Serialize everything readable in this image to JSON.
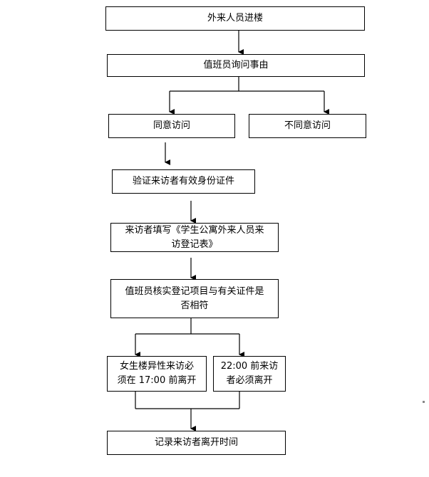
{
  "nodes": {
    "n1": "外来人员进楼",
    "n2": "值班员询问事由",
    "agree": "同意访问",
    "disagree": "不同意访问",
    "verify": "验证来访者有效身份证件",
    "fill": "来访者填写《学生公寓外来人员来\n访登记表》",
    "check": "值班员核实登记项目与有关证件是\n否相符",
    "female": "女生楼异性来访必\n须在 17:00 前离开",
    "leave22": "22:00 前来访\n者必须离开",
    "record": "记录来访者离开时间"
  }
}
